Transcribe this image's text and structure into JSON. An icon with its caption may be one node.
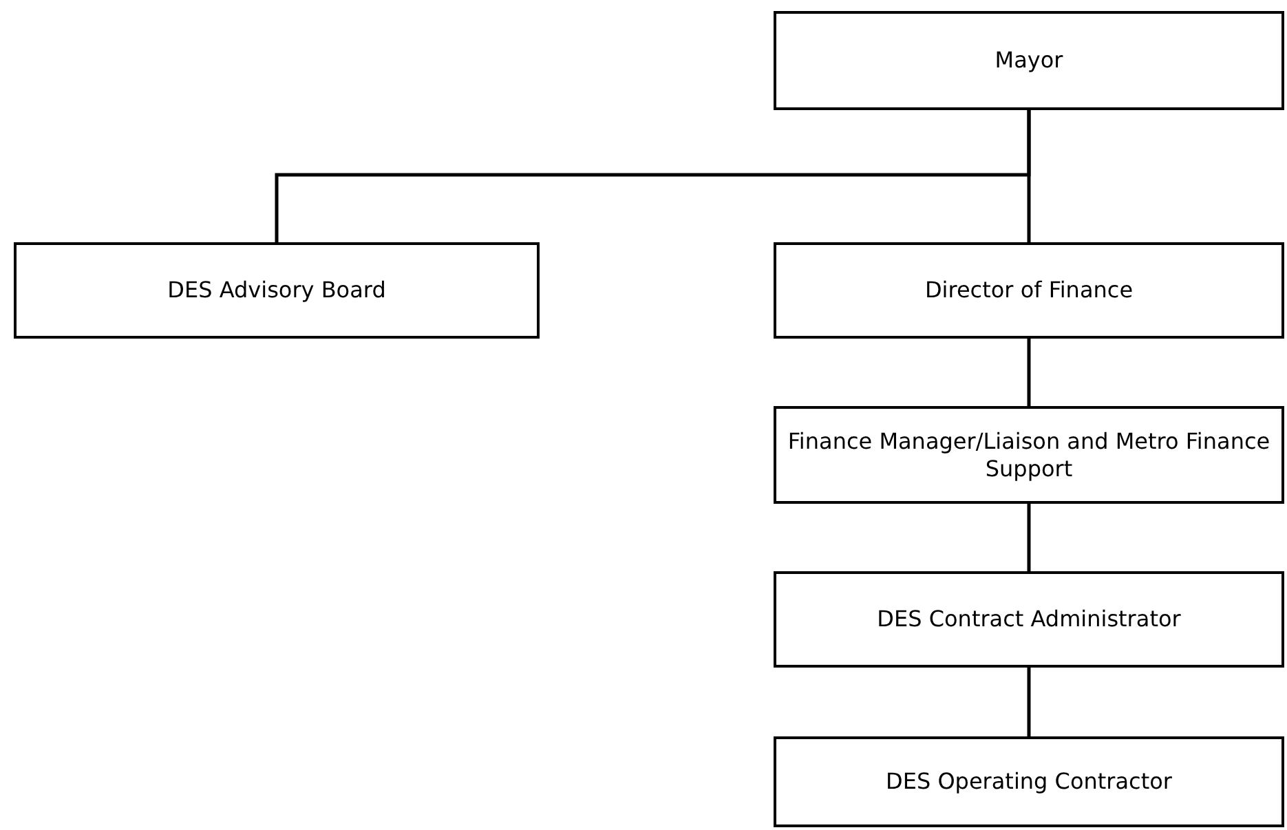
{
  "diagram": {
    "nodes": [
      {
        "text": [
          "Mayor"
        ]
      },
      {
        "text": [
          "DES Advisory Board"
        ]
      },
      {
        "text": [
          "Director of Finance"
        ]
      },
      {
        "text": [
          "Finance Manager/Liaison and Metro Finance Support"
        ]
      },
      {
        "text": [
          "DES Contract Administrator"
        ]
      },
      {
        "text": [
          "DES Operating Contractor"
        ]
      }
    ],
    "edges": [
      {
        "from": 0,
        "to": 1,
        "arrow": "none"
      },
      {
        "from": 0,
        "to": 2,
        "arrow": "none"
      },
      {
        "from": 2,
        "to": 3,
        "arrow": "none"
      },
      {
        "from": 3,
        "to": 4,
        "arrow": "none"
      },
      {
        "from": 4,
        "to": 5,
        "arrow": "none"
      }
    ]
  }
}
